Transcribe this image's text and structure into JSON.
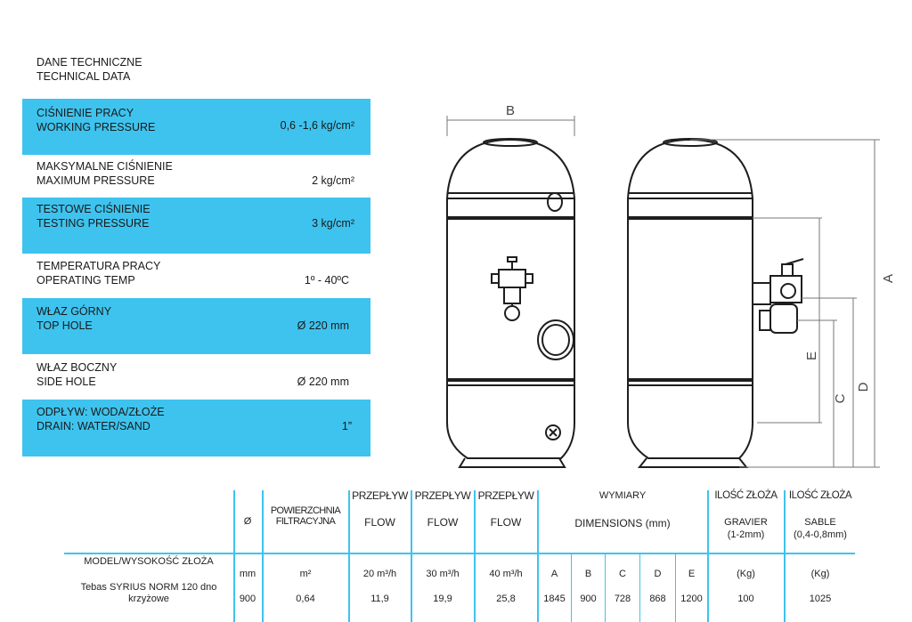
{
  "heading": {
    "line1": "DANE TECHNICZNE",
    "line2": "TECHNICAL DATA"
  },
  "specs": [
    {
      "pl": "CIŚNIENIE PRACY",
      "en": "WORKING PRESSURE",
      "value": "0,6 -1,6 kg/cm²"
    },
    {
      "pl": "MAKSYMALNE CIŚNIENIE",
      "en": "MAXIMUM PRESSURE",
      "value": "2 kg/cm²"
    },
    {
      "pl": "TESTOWE CIŚNIENIE",
      "en": "TESTING PRESSURE",
      "value": "3 kg/cm²"
    },
    {
      "pl": "TEMPERATURA PRACY",
      "en": "OPERATING TEMP",
      "value": "1º - 40ºC"
    },
    {
      "pl": "WŁAZ GÓRNY",
      "en": "TOP HOLE",
      "value": "Ø 220 mm"
    },
    {
      "pl": "WŁAZ BOCZNY",
      "en": "SIDE HOLE",
      "value": "Ø 220 mm"
    },
    {
      "pl": "ODPŁYW: WODA/ZŁOŻE",
      "en": "DRAIN: WATER/SAND",
      "value": "1”"
    }
  ],
  "colors": {
    "accent": "#3ec3ee",
    "drawing": "#1e1e1e",
    "dim": "#777777"
  },
  "drawing": {
    "b": "B",
    "a": "A",
    "c": "C",
    "d": "D",
    "e": "E"
  },
  "table": {
    "h_diameter": "Ø",
    "h_area1": "POWIERZCHNIA",
    "h_area2": "FILTRACYJNA",
    "h_flow_pl": "PRZEPŁYW",
    "h_flow_en": "FLOW",
    "h_dims_pl": "WYMIARY",
    "h_dims_en": "DIMENSIONS (mm)",
    "h_media_pl": "ILOŚĆ ZŁOŻA",
    "h_gravel1": "GRAVIER",
    "h_gravel2": "(1-2mm)",
    "h_sand1": "SABLE",
    "h_sand2": "(0,4-0,8mm)",
    "model_label": "MODEL/WYSOKOŚĆ ZŁOŻA",
    "units": [
      "mm",
      "m²",
      "20 m³/h",
      "30 m³/h",
      "40 m³/h",
      "A",
      "B",
      "C",
      "D",
      "E",
      "(Kg)",
      "(Kg)"
    ],
    "model_name1": "Tebas SYRIUS NORM 120 dno",
    "model_name2": "krzyżowe",
    "values": [
      "900",
      "0,64",
      "11,9",
      "19,9",
      "25,8",
      "1845",
      "900",
      "728",
      "868",
      "1200",
      "100",
      "1025"
    ]
  }
}
